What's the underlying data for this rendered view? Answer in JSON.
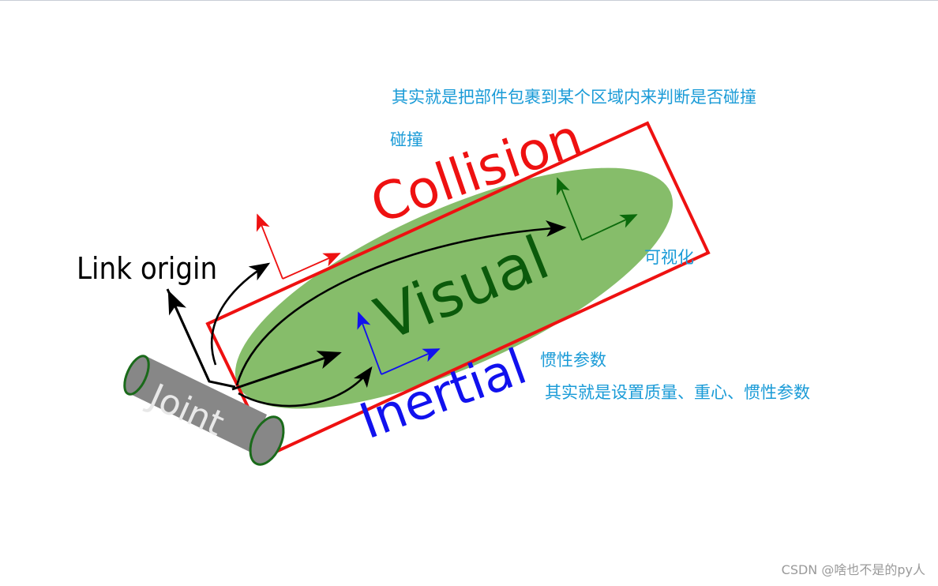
{
  "diagram": {
    "labels": {
      "collision": "Collision",
      "visual": "Visual",
      "inertial": "Inertial",
      "joint": "Joint",
      "link_origin": "Link origin"
    },
    "colors": {
      "collision": "#ee1111",
      "visual_fill": "#86bd6a",
      "visual_text": "#0b5a0b",
      "inertial": "#1111ee",
      "joint_fill": "#878787",
      "joint_outline": "#1a6a1a",
      "link_origin": "#000000"
    }
  },
  "annotations": {
    "collision_note": "其实就是把部件包裹到某个区域内来判断是否碰撞",
    "collision_label": "碰撞",
    "visual_label": "可视化",
    "inertial_label": "惯性参数",
    "inertial_note": "其实就是设置质量、重心、惯性参数"
  },
  "watermark": "CSDN @啥也不是的py人"
}
